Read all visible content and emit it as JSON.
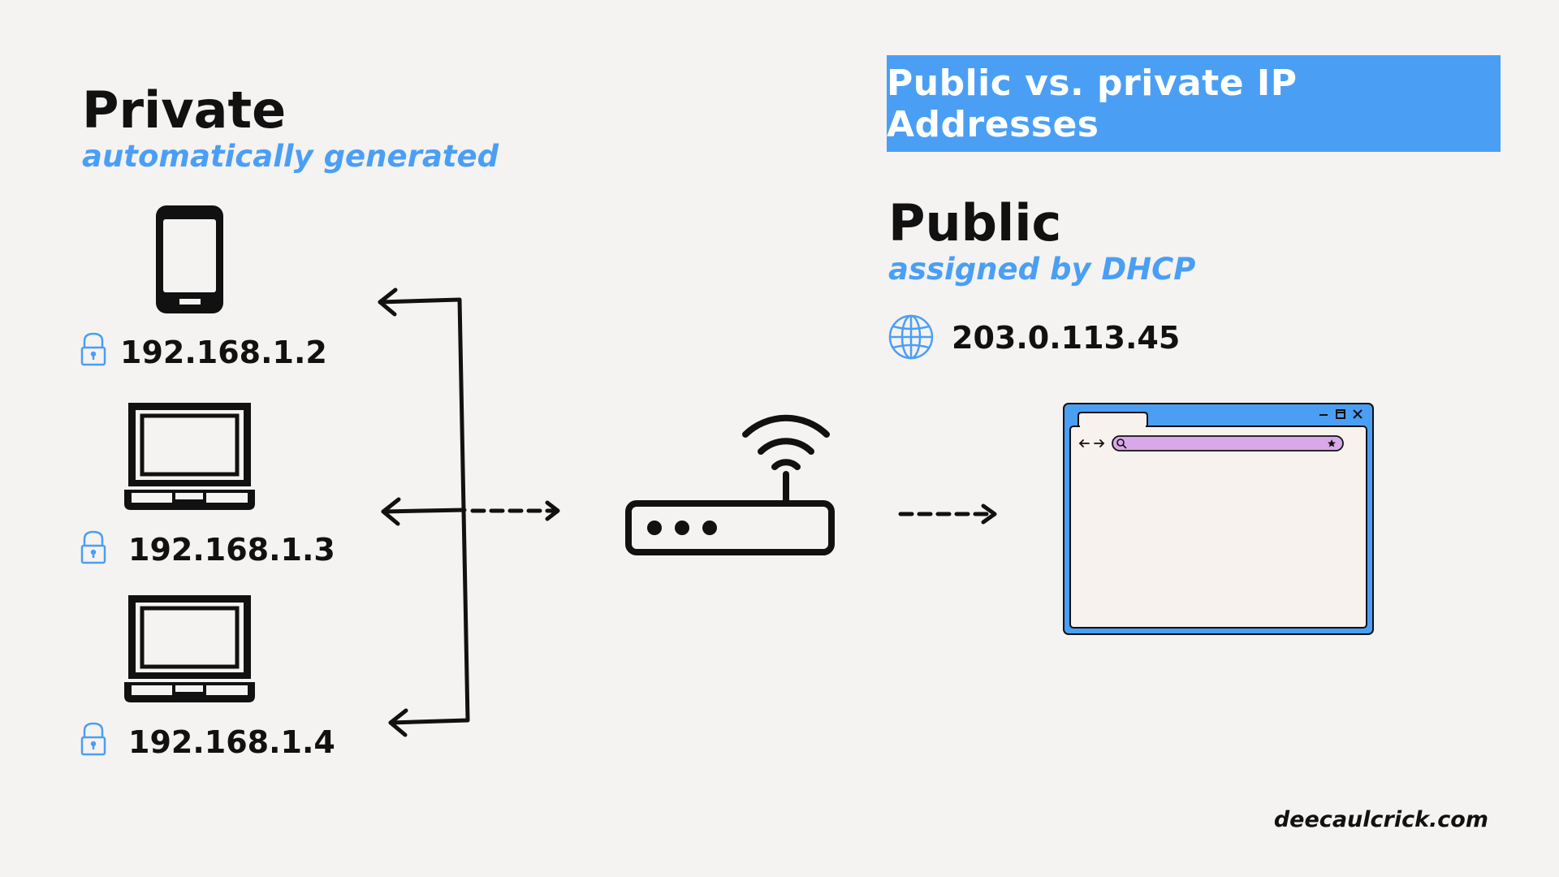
{
  "title": "Public vs. private IP Addresses",
  "private": {
    "heading": "Private",
    "subheading": "automatically generated",
    "devices": [
      {
        "type": "phone-icon",
        "ip": "192.168.1.2"
      },
      {
        "type": "laptop-icon",
        "ip": "192.168.1.3"
      },
      {
        "type": "laptop-icon",
        "ip": "192.168.1.4"
      }
    ]
  },
  "public": {
    "heading": "Public",
    "subheading": "assigned by DHCP",
    "ip": "203.0.113.45"
  },
  "footer": "deecaulcrick.com",
  "colors": {
    "accent": "#4a9ff5",
    "text": "#111111",
    "background": "#f5f3f1",
    "search_bar": "#d9a8e8"
  }
}
